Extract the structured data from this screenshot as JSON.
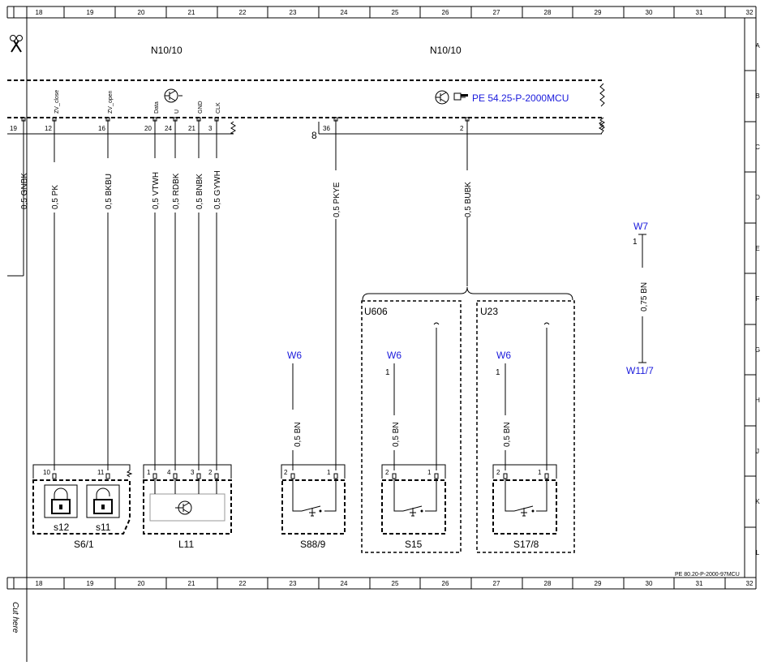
{
  "columns": [
    "18",
    "19",
    "20",
    "21",
    "22",
    "23",
    "24",
    "25",
    "26",
    "27",
    "28",
    "29",
    "30",
    "31",
    "32"
  ],
  "rows": [
    "A",
    "B",
    "C",
    "D",
    "E",
    "F",
    "G",
    "H",
    "J",
    "K",
    "L"
  ],
  "modules": {
    "left": "N10/10",
    "right": "N10/10"
  },
  "module_ref": "PE 54.25-P-2000MCU",
  "header_signals": {
    "zv_close": "ZV_close",
    "zv_open": "ZV_open",
    "data": "Data",
    "u": "U",
    "gnd": "GND",
    "clk": "CLK"
  },
  "pins_top": {
    "p19": "19",
    "p12": "12",
    "p16": "16",
    "p20": "20",
    "p24": "24",
    "p21": "21",
    "p3": "3",
    "p36": "36",
    "p2": "2",
    "p8": "8"
  },
  "wires": {
    "gnbk": "0,5 GNBK",
    "pk": "0,5 PK",
    "bkbu": "0,5 BKBU",
    "vtwh": "0,5 VTWH",
    "rdbk": "0,5 RDBK",
    "bnbk": "0,5 BNBK",
    "gywh": "0,5 GYWH",
    "pkye": "0,5 PKYE",
    "bubk": "0,5 BUBK",
    "bn1": "0,5 BN",
    "bn2": "0,5 BN",
    "bn3": "0,5 BN",
    "bn075": "0,75 BN"
  },
  "groups": {
    "u606": "U606",
    "u23": "U23"
  },
  "grounds": {
    "w6a": "W6",
    "w6b": "W6",
    "w6c": "W6",
    "w7": "W7",
    "w11_7": "W11/7",
    "one_b": "1",
    "one_c": "1",
    "one_w7": "1"
  },
  "connectors": {
    "s61_p10": "10",
    "s61_p11": "11",
    "l11_p1": "1",
    "l11_p4": "4",
    "l11_p3": "3",
    "l11_p2": "2",
    "s889_p2": "2",
    "s889_p1": "1",
    "s15_p2": "2",
    "s15_p1": "1",
    "s178_p2": "2",
    "s178_p1": "1"
  },
  "components": {
    "s61": "S6/1",
    "s12": "s12",
    "s11": "s11",
    "l11": "L11",
    "s889": "S88/9",
    "s15": "S15",
    "s178": "S17/8"
  },
  "page_ref": "PE 80.20-P-2000-97MCU",
  "cut_here": "Cut here"
}
